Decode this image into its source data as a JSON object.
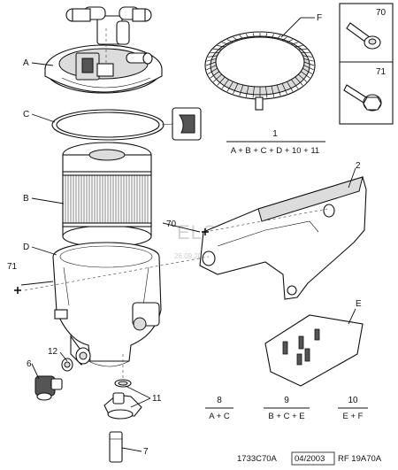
{
  "labels": {
    "A": "A",
    "B": "B",
    "C": "C",
    "D": "D",
    "E": "E",
    "F": "F",
    "n2": "2",
    "n6": "6",
    "n7": "7",
    "n11": "11",
    "n12": "12",
    "n70_inset": "70",
    "n71_inset": "71",
    "n70": "70",
    "n71": "71"
  },
  "kits": [
    {
      "number": "1",
      "formula": "A + B + C + D + 10 + 11"
    },
    {
      "number": "8",
      "formula": "A + C"
    },
    {
      "number": "9",
      "formula": "B + C + E"
    },
    {
      "number": "10",
      "formula": "E + F"
    }
  ],
  "watermark": {
    "text": "ELCATS.RU",
    "date": "26.09.2012"
  },
  "footer": {
    "code": "1733C70A",
    "date": "04/2003",
    "ref": "RF 19A70A"
  },
  "icons": [
    "bolt-70-icon",
    "bolt-71-icon",
    "fuel-filter-housing-icon",
    "seal-ring-icon",
    "bracket-icon"
  ]
}
